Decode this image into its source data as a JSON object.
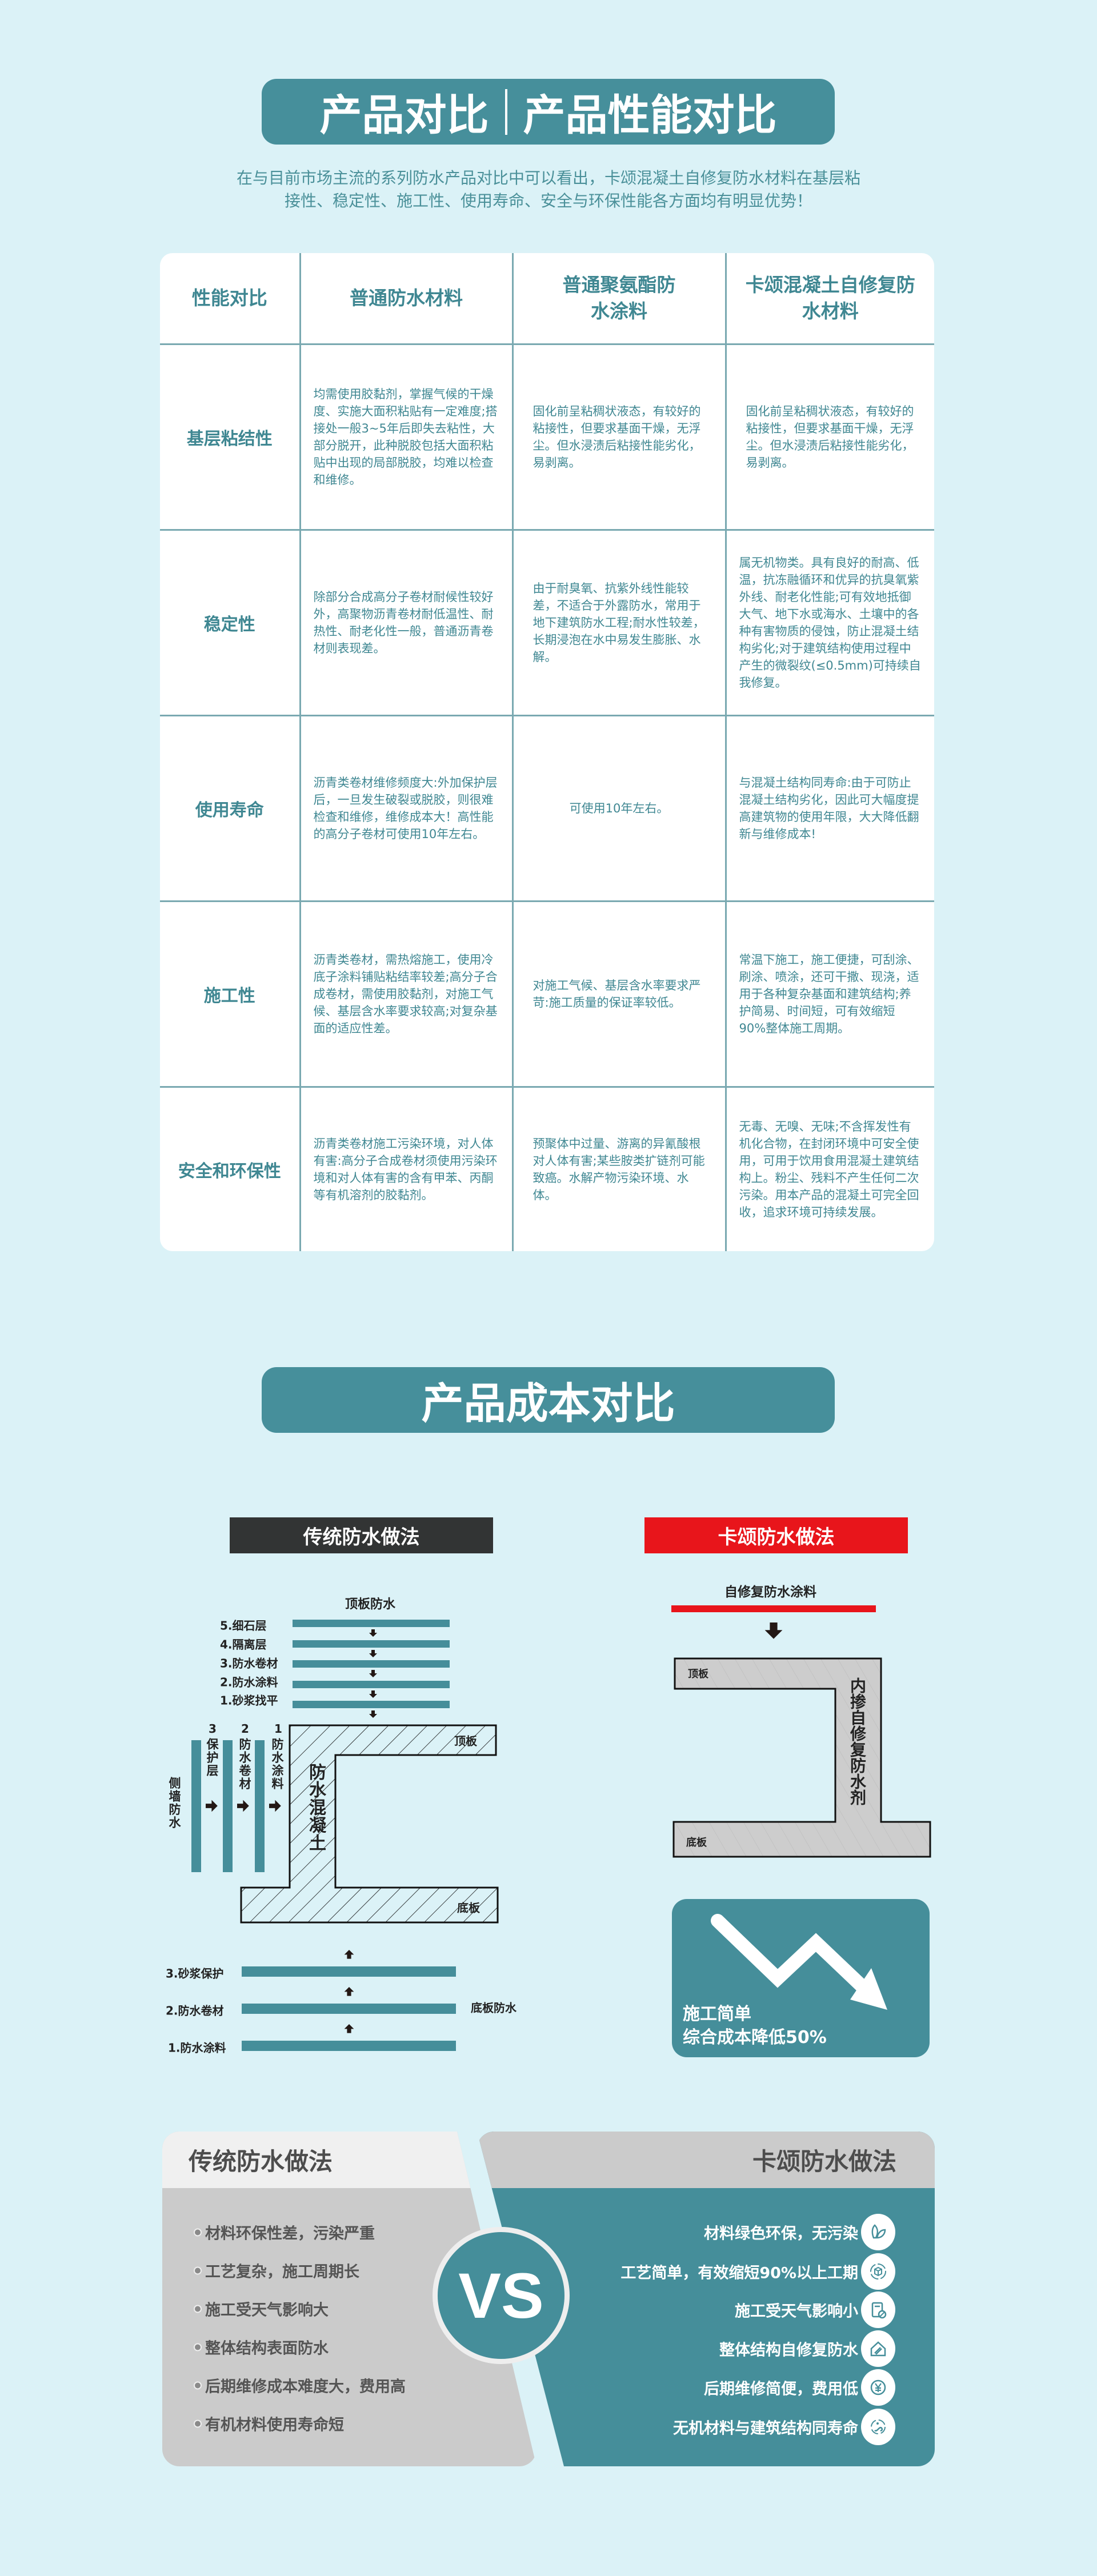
{
  "performance": {
    "title_left": "产品对比",
    "title_right": "产品性能对比",
    "intro": "在与目前市场主流的系列防水产品对比中可以看出，卡颂混凝土自修复防水材料在基层粘接性、稳定性、施工性、使用寿命、安全与环保性能各方面均有明显优势！",
    "headers": [
      "性能对比",
      "普通防水材料",
      "普通聚氨酯防水涂料",
      "卡颂混凝土自修复防水材料"
    ],
    "rows": [
      {
        "label": "基层粘结性",
        "cells": [
          "均需使用胶黏剂，掌握气候的干燥度、实施大面积粘贴有一定难度;搭接处一般3~5年后即失去粘性，大部分脱开，此种脱胶包括大面积粘贴中出现的局部脱胶，均难以检查和维修。",
          "固化前呈粘稠状液态，有较好的粘接性，但要求基面干燥，无浮尘。但水浸渍后粘接性能劣化，易剥离。",
          "固化前呈粘稠状液态，有较好的粘接性，但要求基面干燥，无浮尘。但水浸渍后粘接性能劣化，易剥离。"
        ]
      },
      {
        "label": "稳定性",
        "cells": [
          "除部分合成高分子卷材耐候性较好外，高聚物沥青卷材耐低温性、耐热性、耐老化性一般，普通沥青卷材则表现差。",
          "由于耐臭氧、抗紫外线性能较差，不适合于外露防水，常用于地下建筑防水工程;耐水性较差，长期浸泡在水中易发生膨胀、水解。",
          "属无机物类。具有良好的耐高、低温，抗冻融循环和优异的抗臭氧紫外线、耐老化性能;可有效地抵御大气、地下水或海水、土壤中的各种有害物质的侵蚀，防止混凝土结构劣化;对于建筑结构使用过程中产生的微裂纹(≤0.5mm)可持续自我修复。"
        ]
      },
      {
        "label": "使用寿命",
        "cells": [
          "沥青类卷材维修频度大:外加保护层后，一旦发生破裂或脱胶，则很难检查和维修，维修成本大！高性能的高分子卷材可使用10年左右。",
          "可使用10年左右。",
          "与混凝土结构同寿命:由于可防止混凝土结构劣化，因此可大幅度提高建筑物的使用年限，大大降低翻新与维修成本!"
        ]
      },
      {
        "label": "施工性",
        "cells": [
          "沥青类卷材，需热熔施工，使用冷底子涂料铺贴粘结率较差;高分子合成卷材，需使用胶黏剂，对施工气候、基层含水率要求较高;对复杂基面的适应性差。",
          "对施工气候、基层含水率要求严苛:施工质量的保证率较低。",
          "常温下施工，施工便捷，可刮涂、刷涂、喷涂，还可干撒、现浇，适用于各种复杂基面和建筑结构;养护简易、时间短，可有效缩短90%整体施工周期。"
        ]
      },
      {
        "label": "安全和环保性",
        "cells": [
          "沥青类卷材施工污染环境，对人体有害:高分子合成卷材须使用污染环境和对人体有害的含有甲苯、丙酮等有机溶剂的胶黏剂。",
          "预聚体中过量、游离的异氰酸根对人体有害;某些胺类扩链剂可能致癌。水解产物污染环境、水体。",
          "无毒、无嗅、无味;不含挥发性有机化合物，在封闭环境中可安全使用，可用于饮用食用混凝土建筑结构上。粉尘、残料不产生任何二次污染。用本产品的混凝土可完全回收，追求环境可持续发展。"
        ]
      }
    ]
  },
  "cost": {
    "title": "产品成本对比",
    "traditional_label": "传统防水做法",
    "kasong_label": "卡颂防水做法",
    "traditional": {
      "roof_title": "顶板防水",
      "roof_layers": [
        "5.细石层",
        "4.隔离层",
        "3.防水卷材",
        "2.防水涂料",
        "1.砂浆找平"
      ],
      "wall_numbers": [
        "3",
        "2",
        "1"
      ],
      "wall_layers": [
        "保护层",
        "防水卷材",
        "防水涂料"
      ],
      "wall_title": "侧墙防水",
      "concrete_label": "防水混凝土",
      "top_slab": "顶板",
      "bottom_slab": "底板",
      "floor_layers": [
        "3.砂浆保护",
        "2.防水卷材",
        "1.防水涂料"
      ],
      "floor_title": "底板防水"
    },
    "kasong": {
      "coating": "自修复防水涂料",
      "top_slab": "顶板",
      "bottom_slab": "底板",
      "admixture": "内掺自修复防水剂",
      "summary_line1": "施工简单",
      "summary_line2": "综合成本降低50%"
    },
    "colors": {
      "teal": "#458e9a",
      "red": "#e8151b",
      "dark": "#323434"
    }
  },
  "vs": {
    "left_title": "传统防水做法",
    "left_items": [
      "材料环保性差，污染严重",
      "工艺复杂，施工周期长",
      "施工受天气影响大",
      "整体结构表面防水",
      "后期维修成本难度大，费用高",
      "有机材料使用寿命短"
    ],
    "badge": "VS",
    "right_title": "卡颂防水做法",
    "right_items": [
      {
        "text": "材料绿色环保，无污染",
        "icon": "leaf-icon"
      },
      {
        "text": "工艺简单，有效缩短90%以上工期",
        "icon": "cube-cycle-icon"
      },
      {
        "text": "施工受天气影响小",
        "icon": "weather-form-icon"
      },
      {
        "text": "整体结构自修复防水",
        "icon": "house-brush-icon"
      },
      {
        "text": "后期维修简便，费用低",
        "icon": "yen-coin-icon"
      },
      {
        "text": "无机材料与建筑结构同寿命",
        "icon": "lifecycle-icon"
      }
    ]
  }
}
